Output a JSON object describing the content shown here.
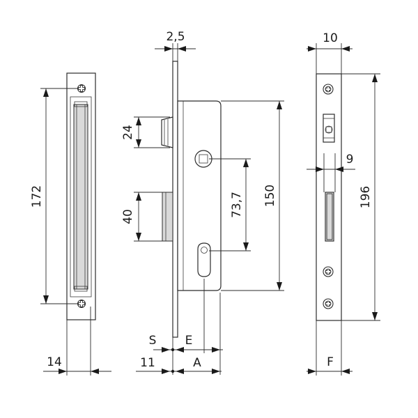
{
  "labels": {
    "faceplate_thickness": "2,5",
    "striker_length": "172",
    "striker_width": "14",
    "latch_height": "24",
    "bolt_height": "40",
    "hole_distance": "73,7",
    "case_height": "150",
    "plate_length": "196",
    "plate_width": "10",
    "slot_width": "9",
    "s_label": "S",
    "e_label": "E",
    "eleven": "11",
    "a_label": "A",
    "f_label": "F"
  },
  "icons": [
    "cross-screw-icon",
    "round-screw-icon"
  ]
}
